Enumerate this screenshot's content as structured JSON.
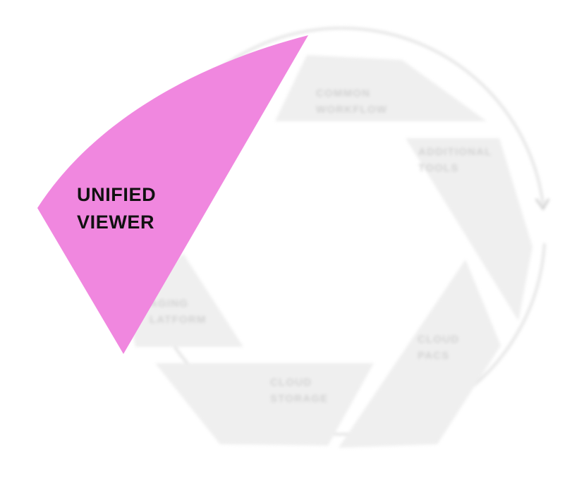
{
  "diagram": {
    "segments": [
      {
        "key": "common_workflow",
        "lines": [
          "COMMON",
          "WORKFLOW"
        ],
        "highlighted": false
      },
      {
        "key": "additional_tools",
        "lines": [
          "ADDITIONAL",
          "TOOLS"
        ],
        "highlighted": false
      },
      {
        "key": "cloud_pacs",
        "lines": [
          "CLOUD",
          "PACS"
        ],
        "highlighted": false
      },
      {
        "key": "cloud_storage",
        "lines": [
          "CLOUD",
          "STORAGE"
        ],
        "highlighted": false
      },
      {
        "key": "imaging_platform",
        "lines": [
          "AGING",
          "LATFORM"
        ],
        "highlighted": false
      },
      {
        "key": "unified_viewer",
        "lines": [
          "UNIFIED",
          "VIEWER"
        ],
        "highlighted": true
      }
    ],
    "colors": {
      "highlight": "#f087df",
      "segment": "#efefef",
      "segment_text": "#d2d2d2",
      "ring": "#e8e8e8",
      "highlight_text": "#111111"
    }
  }
}
